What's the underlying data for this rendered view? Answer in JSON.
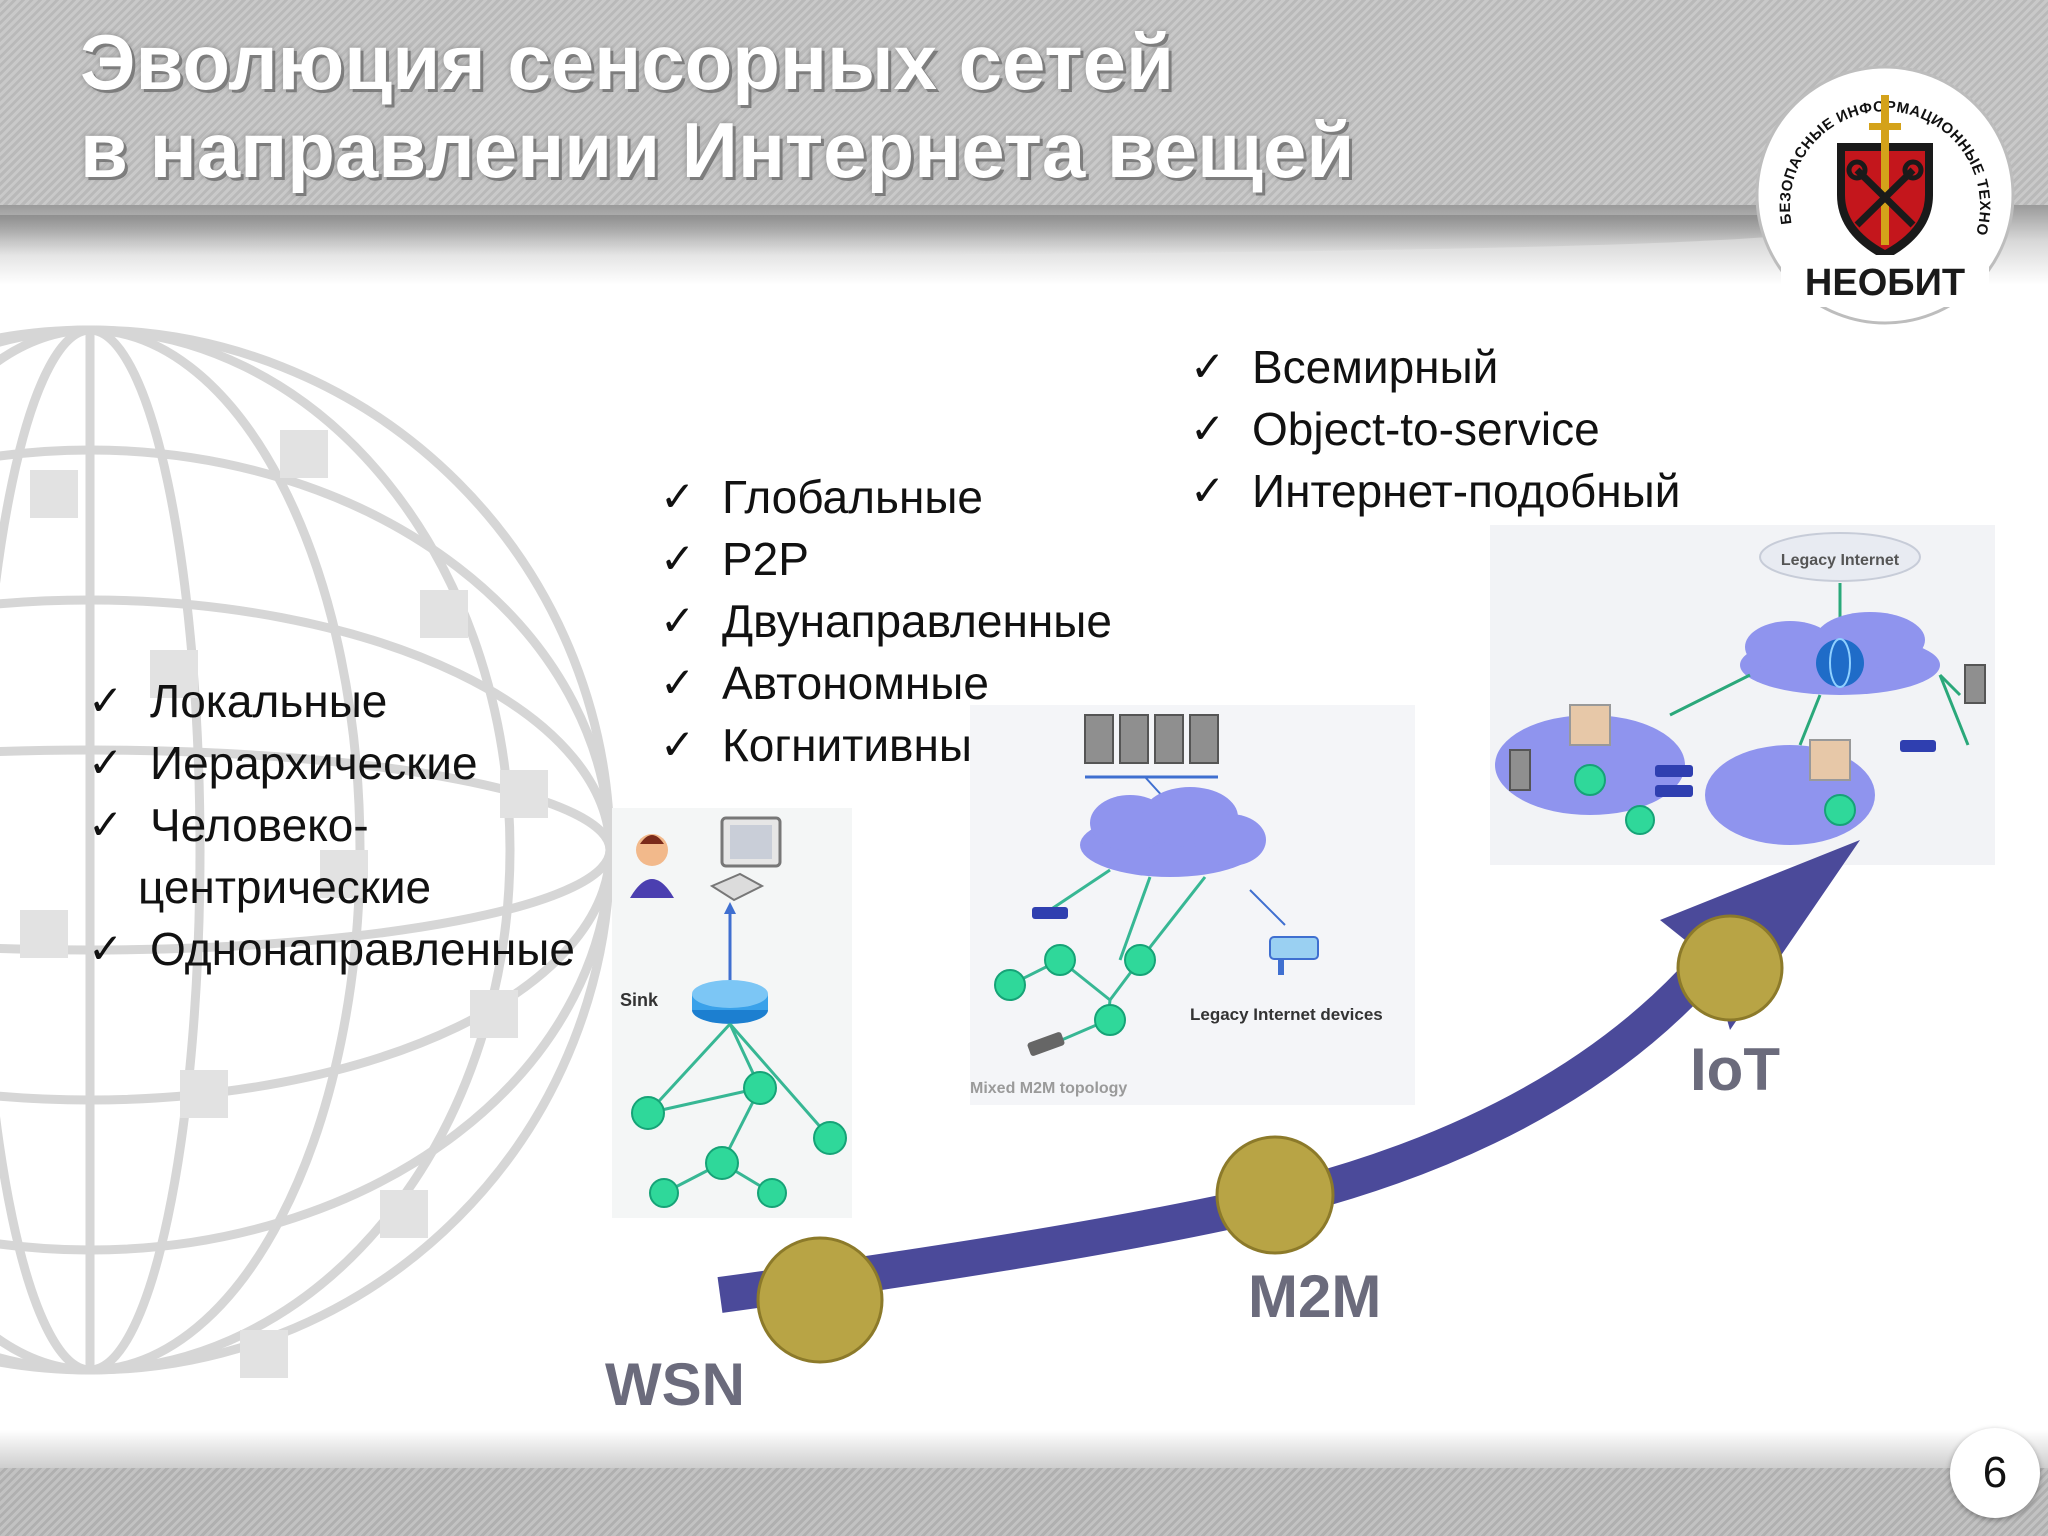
{
  "title": {
    "line1": "Эволюция сенсорных сетей",
    "line2": "в направлении Интернета вещей"
  },
  "logo": {
    "ring_text": "НОВЫЕ БЕЗОПАСНЫЕ ИНФОРМАЦИОННЫЕ ТЕХНОЛОГИИ",
    "name": "НЕОБИТ",
    "colors": {
      "shield": "#c4161c",
      "outline": "#1a1a1a",
      "sword": "#d4a21a"
    }
  },
  "check_mark": "✓",
  "lists": {
    "wsn": {
      "items": [
        "Локальные",
        "Иерархические"
      ],
      "item3_line1": "Человеко-",
      "item3_line2": "центрические",
      "item4": "Однонаправленные"
    },
    "m2m": [
      "Глобальные",
      "P2P",
      "Двунаправленные",
      "Автономные",
      "Когнитивные"
    ],
    "iot": [
      "Всемирный",
      "Object-to-service",
      "Интернет-подобный"
    ]
  },
  "diagrams": {
    "wsn": {
      "sink_label": "Sink",
      "icons": [
        "user-icon",
        "computer-icon",
        "router-icon"
      ]
    },
    "m2m": {
      "devices_label": "Legacy Internet devices",
      "topology_label": "Mixed M2M topology"
    },
    "iot": {
      "cloud_label": "Legacy Internet"
    }
  },
  "stages": [
    "WSN",
    "M2M",
    "IoT"
  ],
  "colors": {
    "arrow": "#4b4a9a",
    "node": "#b8a445",
    "stage_text": "#6b6b7c",
    "sensor_node": "#2fd89a",
    "cloud": "#8f94ee"
  },
  "page_number": "6"
}
